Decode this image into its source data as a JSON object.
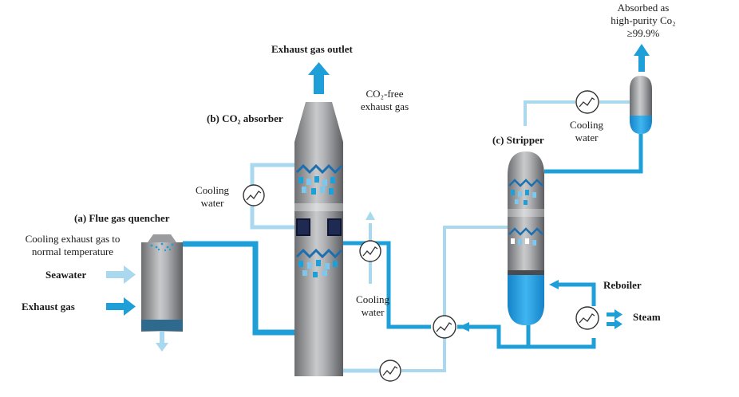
{
  "labels": {
    "exhaust_gas_outlet": "Exhaust gas outlet",
    "co2_free_line1": "CO₂-free",
    "co2_free_line2": "exhaust gas",
    "absorber_title": "(b) CO₂ absorber",
    "quencher_title": "(a) Flue gas quencher",
    "quencher_desc_line1": "Cooling exhaust gas to",
    "quencher_desc_line2": "normal temperature",
    "seawater": "Seawater",
    "exhaust_gas": "Exhaust gas",
    "cooling_water_1_line1": "Cooling",
    "cooling_water_1_line2": "water",
    "cooling_water_2_line1": "Cooling",
    "cooling_water_2_line2": "water",
    "cooling_water_3_line1": "Cooling",
    "cooling_water_3_line2": "water",
    "stripper_title": "(c) Stripper",
    "reboiler": "Reboiler",
    "steam": "Steam",
    "absorbed_line1": "Absorbed as",
    "absorbed_line2": "high-purity Co₂",
    "absorbed_line3": "≥99.9%"
  },
  "colors": {
    "pipe_blue": "#1e9fd8",
    "pipe_light": "#a9d8ef",
    "liquid_blue": "#1b9be0",
    "vessel_gray": "#8a8b8e",
    "vessel_dark": "#3e5f74"
  },
  "icons": [
    "heat-exchanger-icon",
    "up-arrow-icon",
    "right-arrow-icon",
    "down-arrow-icon",
    "spray-nozzle-icon",
    "packing-icon"
  ]
}
